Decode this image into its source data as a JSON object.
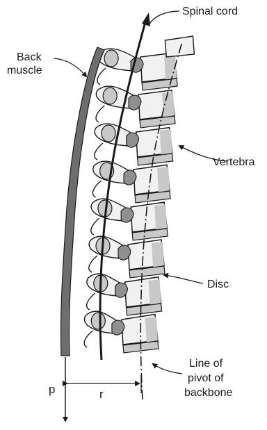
{
  "labels": {
    "spinal_cord": "Spinal cord",
    "back_muscle_line1": "Back",
    "back_muscle_line2": "muscle",
    "vertebra": "Vertebra",
    "disc": "Disc",
    "pivot_line1": "Line of",
    "pivot_line2": "pivot of",
    "pivot_line3": "backbone",
    "force_symbol": "p",
    "lever_arm_symbol": "r"
  },
  "colors": {
    "bone_light": "#f1f1f1",
    "bone_mid": "#c8c8c8",
    "bone_dark": "#8f8f8f",
    "muscle": "#6e6e6e",
    "ink": "#1a1a1a"
  }
}
